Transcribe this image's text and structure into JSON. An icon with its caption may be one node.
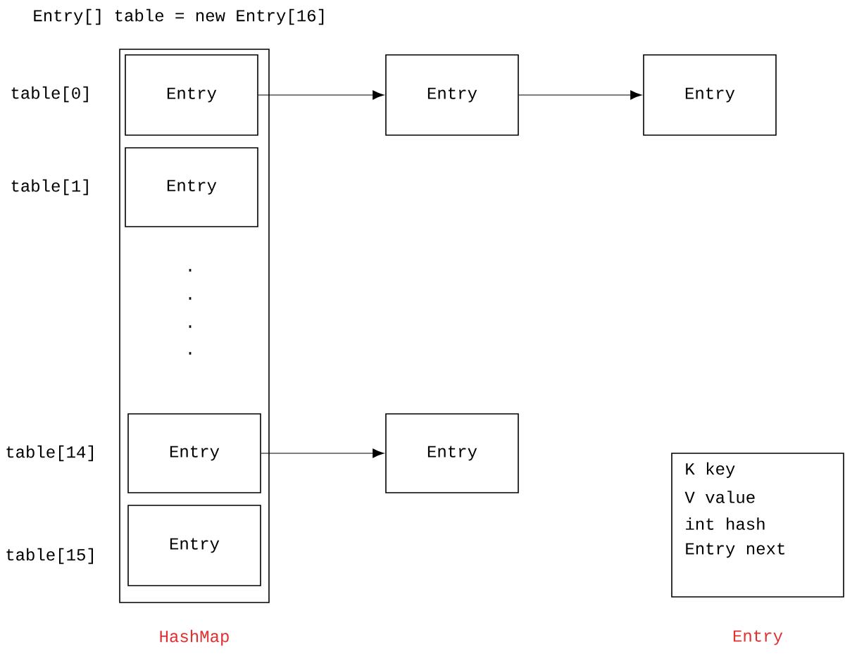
{
  "diagram": {
    "title": "Entry[] table = new Entry[16]",
    "nodes": [
      {
        "text": [
          "HashMap"
        ]
      },
      {
        "text": [
          "Entry"
        ],
        "in": 0
      },
      {
        "text": [
          "Entry"
        ],
        "in": 0
      },
      {
        "text": [
          "Entry"
        ],
        "in": 0
      },
      {
        "text": [
          "Entry"
        ],
        "in": 0
      },
      {
        "text": [
          "Entry"
        ]
      },
      {
        "text": [
          "Entry"
        ]
      },
      {
        "text": [
          "Entry"
        ]
      },
      {
        "text": [
          "K  key",
          "V  value",
          "int  hash",
          "Entry  next",
          "Entry"
        ]
      }
    ],
    "edges": [
      {
        "from": 1,
        "to": 5,
        "arrow": "to"
      },
      {
        "from": 5,
        "to": 6,
        "arrow": "to"
      },
      {
        "from": 3,
        "to": 7,
        "arrow": "to"
      }
    ],
    "labels": [
      "table[0]",
      "table[1]",
      ".",
      ".",
      ".",
      ".",
      "table[14]",
      "table[15]"
    ]
  }
}
